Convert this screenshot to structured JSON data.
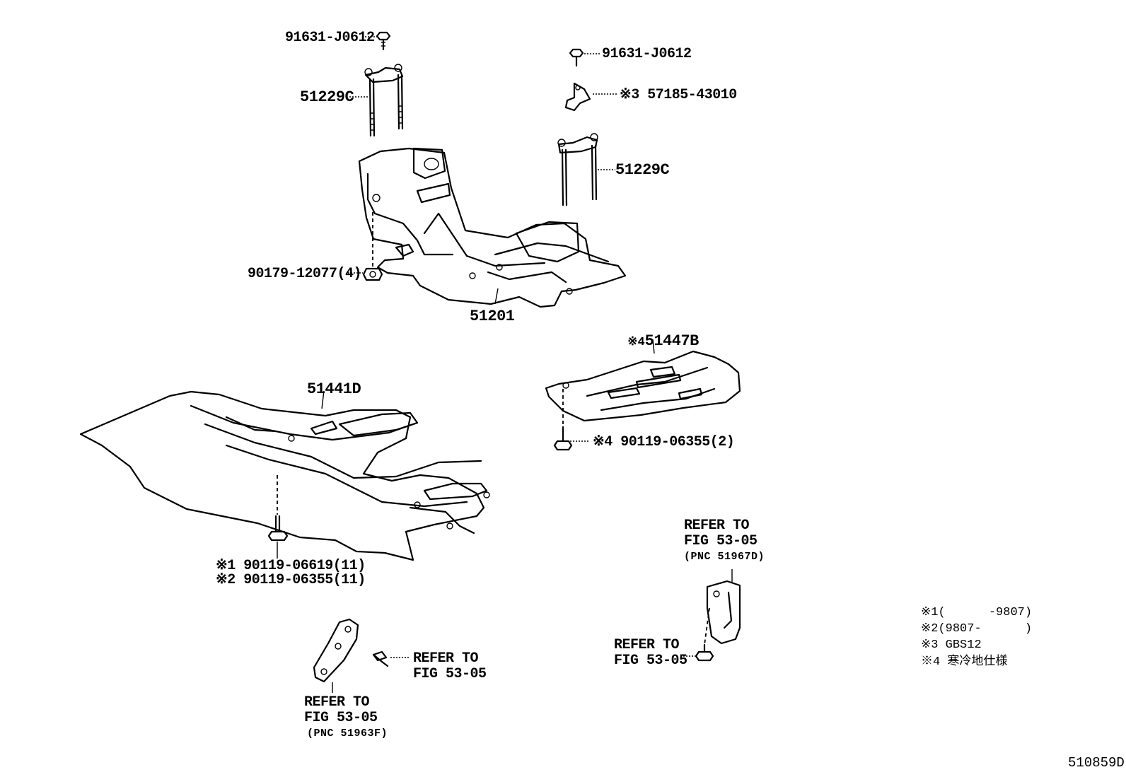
{
  "parts": {
    "bolt_top_left": "91631-J0612",
    "bolt_top_right": "91631-J0612",
    "bracket_57185": "※3 57185-43010",
    "stud_left": "51229C",
    "stud_right": "51229C",
    "crossmember": "51201",
    "nut_90179": "90179-12077(4)",
    "cover_51447b": "51447B",
    "cover_51447b_mark": "※4",
    "bolt_90119_4": "※4 90119-06355(2)",
    "cover_51441d": "51441D",
    "bolt_90119_1": "※1 90119-06619(11)",
    "bolt_90119_2": "※2 90119-06355(11)"
  },
  "refs": {
    "ref_top_right": [
      "REFER TO",
      "FIG 53-05",
      "(PNC 51967D)"
    ],
    "ref_bottom_right": [
      "REFER TO",
      "FIG 53-05"
    ],
    "ref_bolt_center": [
      "REFER TO",
      "FIG 53-05"
    ],
    "ref_bottom_left": [
      "REFER TO",
      "FIG 53-05",
      "(PNC 51963F)"
    ]
  },
  "legend": [
    "※1(      -9807)",
    "※2(9807-      )",
    "※3 GBS12",
    "※4 寒冷地仕様"
  ],
  "figure_id": "510859D"
}
